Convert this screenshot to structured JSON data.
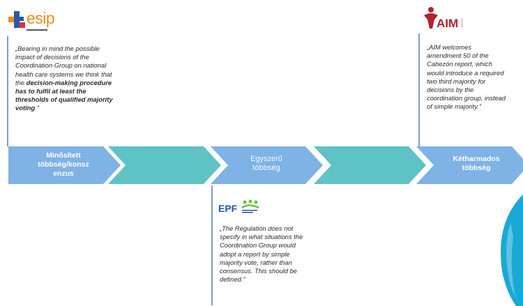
{
  "colors": {
    "chevron_blue": "#7fb2e5",
    "chevron_teal": "#5fc3c6",
    "border_blue": "#7b9cc8",
    "esip_blue": "#2a5aa8",
    "esip_orange": "#f08a1c",
    "aim_red": "#b3232d",
    "epf_blue": "#1b5aa8",
    "epf_green": "#6bbf3a",
    "deco_cyan": "#19a9d6"
  },
  "esip": {
    "logo_text": "esip",
    "quote_before": "„Bearing in mind the possible impact of decisions of the Coordination Group on national health care systems we think that the ",
    "quote_bold": "decision-making procedure has to fulfil at least the thresholds of qualified majority voting",
    "quote_after": ".”"
  },
  "aim": {
    "logo_text": "AIM",
    "quote": "„AIM welcomes amendment 50 of the Cabezón report, which would introduce a required two third majority for decisions by the coordination group, instead of simple majority.”"
  },
  "epf": {
    "logo_text": "EPF",
    "quote": "„The Regulation does not specify in what situations the Coordination Group would adopt a report by simple majority vote, rather than consensus. This should be defined.”"
  },
  "chevrons": [
    {
      "label_line1": "Minősített",
      "label_line2": "többség/konsz",
      "label_line3": "enzus",
      "color": "blue"
    },
    {
      "label_line1": "",
      "color": "teal"
    },
    {
      "label_line1": "Egyszerű",
      "label_line2": "többség",
      "color": "blue"
    },
    {
      "label_line1": "",
      "color": "teal"
    },
    {
      "label_line1": "Kétharmados",
      "label_line2": "többség",
      "color": "blue"
    }
  ]
}
